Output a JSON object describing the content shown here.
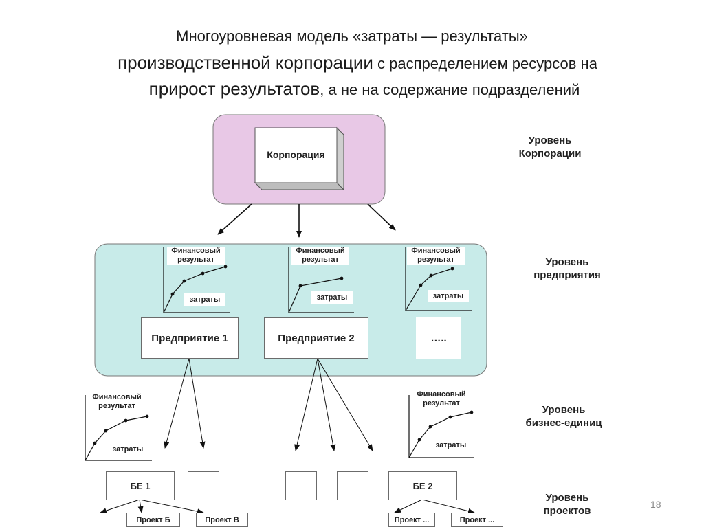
{
  "title": {
    "line1": "Многоуровневая модель «затраты — результаты»",
    "line2_big": "производственной корпорации",
    "line2_rest": " с распределением ресурсов  на",
    "line3_big": "прирост результатов",
    "line3_rest": ", а не на содержание подразделений"
  },
  "levels": {
    "corporation": "Уровень\nКорпорации",
    "enterprise": "Уровень\nпредприятия",
    "business_unit": "Уровень\nбизнес-единиц",
    "project": "Уровень\nпроектов"
  },
  "nodes": {
    "corporation": "Корпорация",
    "enterprise1": "Предприятие 1",
    "enterprise2": "Предприятие 2",
    "enterprise_more": "…..",
    "be1": "БЕ 1",
    "be2": "БЕ 2",
    "project_b": "Проект Б",
    "project_v": "Проект В",
    "project_more1": "Проект ...",
    "project_more2": "Проект ..."
  },
  "graph_labels": {
    "y": "Финансовый\nрезультат",
    "x": "затраты"
  },
  "page_number": "18",
  "colors": {
    "corporation_fill": "#e8c8e6",
    "enterprise_fill": "#c8ebe9",
    "line": "#111111"
  }
}
